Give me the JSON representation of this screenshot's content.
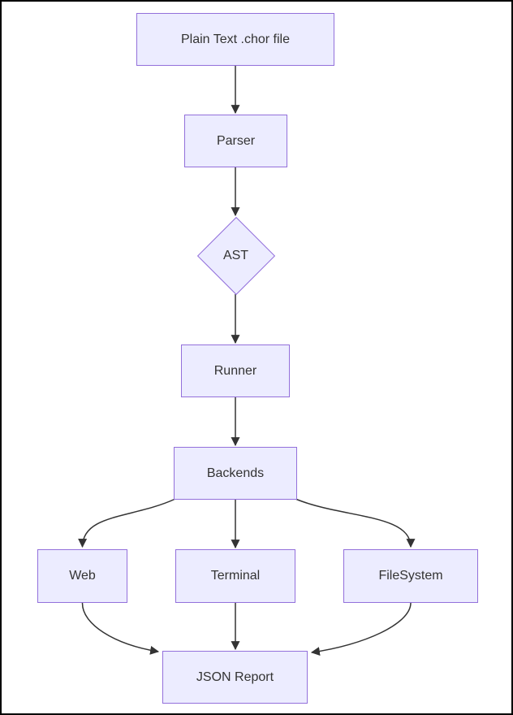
{
  "diagram": {
    "type": "flowchart",
    "direction": "top-down",
    "colors": {
      "node_fill": "#ECECFF",
      "node_border": "#9370DB",
      "edge": "#333333",
      "text": "#333333",
      "background": "#ffffff",
      "frame_border": "#000000"
    },
    "nodes": {
      "source": {
        "label": "Plain Text .chor file",
        "shape": "rect"
      },
      "parser": {
        "label": "Parser",
        "shape": "rect"
      },
      "ast": {
        "label": "AST",
        "shape": "diamond"
      },
      "runner": {
        "label": "Runner",
        "shape": "rect"
      },
      "backends": {
        "label": "Backends",
        "shape": "rect"
      },
      "web": {
        "label": "Web",
        "shape": "rect"
      },
      "terminal": {
        "label": "Terminal",
        "shape": "rect"
      },
      "filesystem": {
        "label": "FileSystem",
        "shape": "rect"
      },
      "report": {
        "label": "JSON Report",
        "shape": "rect"
      }
    },
    "edges": [
      {
        "from": "source",
        "to": "parser",
        "arrow": true
      },
      {
        "from": "parser",
        "to": "ast",
        "arrow": true
      },
      {
        "from": "ast",
        "to": "runner",
        "arrow": true
      },
      {
        "from": "runner",
        "to": "backends",
        "arrow": true
      },
      {
        "from": "backends",
        "to": "web",
        "arrow": true
      },
      {
        "from": "backends",
        "to": "terminal",
        "arrow": true
      },
      {
        "from": "backends",
        "to": "filesystem",
        "arrow": true
      },
      {
        "from": "web",
        "to": "report",
        "arrow": true
      },
      {
        "from": "terminal",
        "to": "report",
        "arrow": true
      },
      {
        "from": "filesystem",
        "to": "report",
        "arrow": true
      }
    ]
  }
}
